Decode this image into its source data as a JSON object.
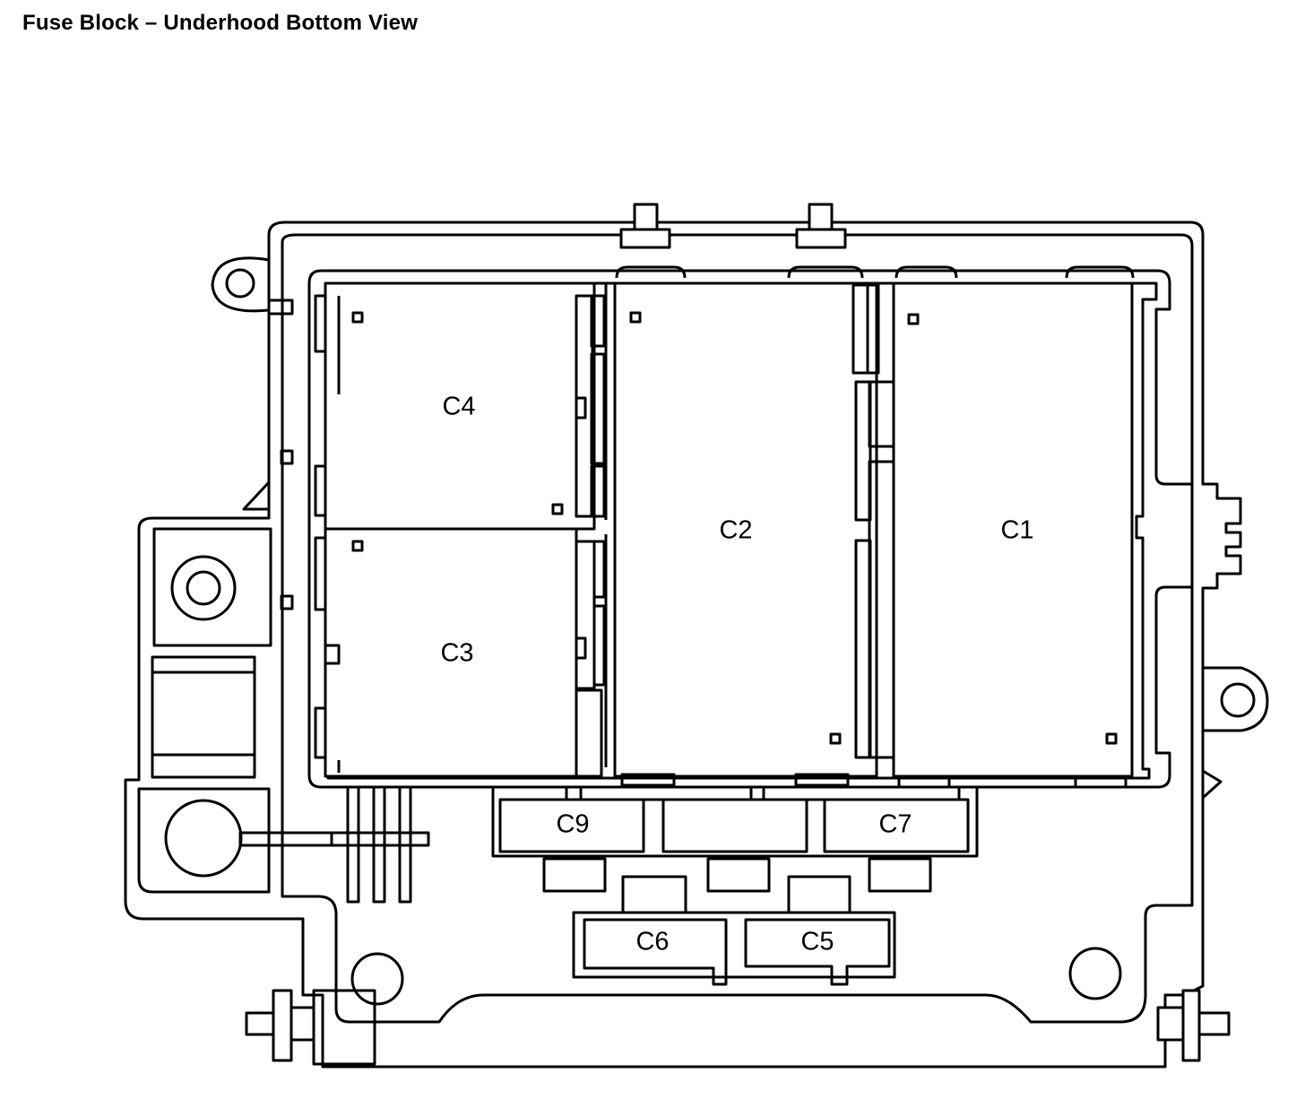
{
  "title": "Fuse Block – Underhood Bottom View",
  "connectors": {
    "c1": "C1",
    "c2": "C2",
    "c3": "C3",
    "c4": "C4",
    "c5": "C5",
    "c6": "C6",
    "c7": "C7",
    "c9": "C9"
  }
}
